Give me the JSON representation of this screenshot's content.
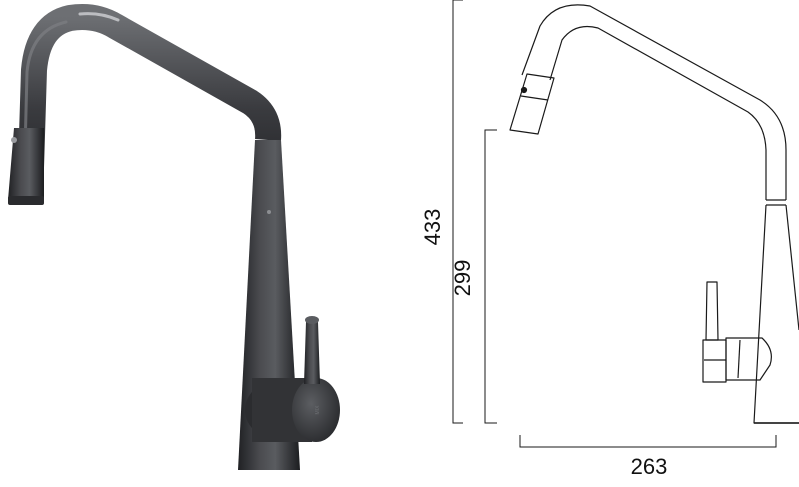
{
  "dimensions": {
    "total_height": "433",
    "spout_height": "299",
    "reach": "263"
  },
  "colors": {
    "faucet_body": "#3d3e41",
    "faucet_shade": "#1f2023",
    "faucet_highlight": "#8a8c90",
    "drawing_line": "#1a1a1a"
  },
  "icons": {
    "spray_button": "pull-out-spray-button-icon"
  }
}
